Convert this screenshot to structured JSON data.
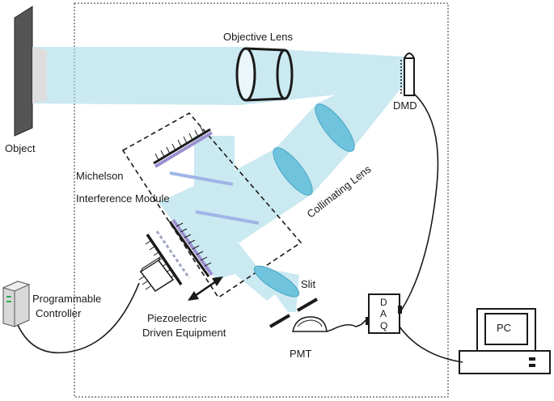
{
  "labels": {
    "object": "Object",
    "objective_lens": "Objective Lens",
    "dmd": "DMD",
    "michelson_line1": "Michelson",
    "michelson_line2": "Interference Module",
    "collimating_lens": "Collimating Lens",
    "programmable_line1": "Programmable",
    "programmable_line2": "Controller",
    "slit": "Slit",
    "piezo_line1": "Piezoelectric",
    "piezo_line2": "Driven Equipment",
    "pmt": "PMT",
    "daq_d": "D",
    "daq_a": "A",
    "daq_q": "Q",
    "pc": "PC"
  },
  "colors": {
    "beam": "#a8dbe8",
    "lens_fill": "#6fc3dd",
    "mirror_accent": "#9b8fd0",
    "outline": "#1a1a1a"
  }
}
